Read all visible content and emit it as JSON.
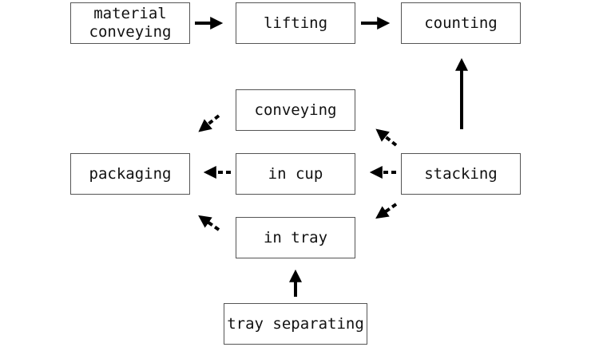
{
  "diagram": {
    "nodes": [
      {
        "id": "material_conveying",
        "label": "material\nconveying"
      },
      {
        "id": "lifting",
        "label": "lifting"
      },
      {
        "id": "counting",
        "label": "counting"
      },
      {
        "id": "conveying",
        "label": "conveying"
      },
      {
        "id": "packaging",
        "label": "packaging"
      },
      {
        "id": "in_cup",
        "label": "in cup"
      },
      {
        "id": "stacking",
        "label": "stacking"
      },
      {
        "id": "in_tray",
        "label": "in tray"
      },
      {
        "id": "tray_separating",
        "label": "tray separating"
      }
    ],
    "edges": [
      {
        "from": "material_conveying",
        "to": "lifting",
        "style": "solid"
      },
      {
        "from": "lifting",
        "to": "counting",
        "style": "solid"
      },
      {
        "from": "stacking",
        "to": "counting",
        "style": "solid"
      },
      {
        "from": "stacking",
        "to": "conveying",
        "style": "dashed"
      },
      {
        "from": "stacking",
        "to": "in_cup",
        "style": "dashed"
      },
      {
        "from": "stacking",
        "to": "in_tray",
        "style": "dashed"
      },
      {
        "from": "conveying",
        "to": "packaging",
        "style": "dashed"
      },
      {
        "from": "in_cup",
        "to": "packaging",
        "style": "dashed"
      },
      {
        "from": "in_tray",
        "to": "packaging",
        "style": "dashed"
      },
      {
        "from": "tray_separating",
        "to": "in_tray",
        "style": "solid"
      }
    ]
  }
}
